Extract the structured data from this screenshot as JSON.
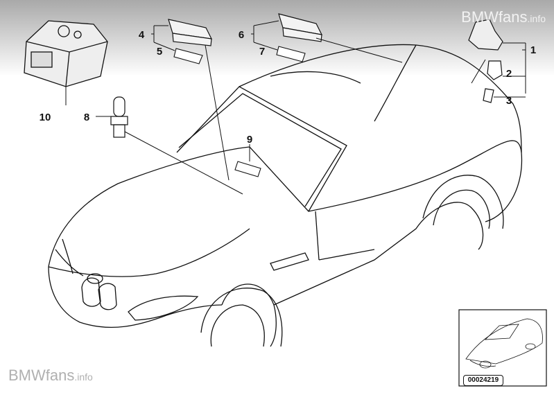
{
  "watermark": {
    "brand": "BMWfans",
    "suffix": ".info"
  },
  "diagram_id": "00024219",
  "callouts": [
    "1",
    "2",
    "3",
    "4",
    "5",
    "6",
    "7",
    "8",
    "9",
    "10"
  ]
}
